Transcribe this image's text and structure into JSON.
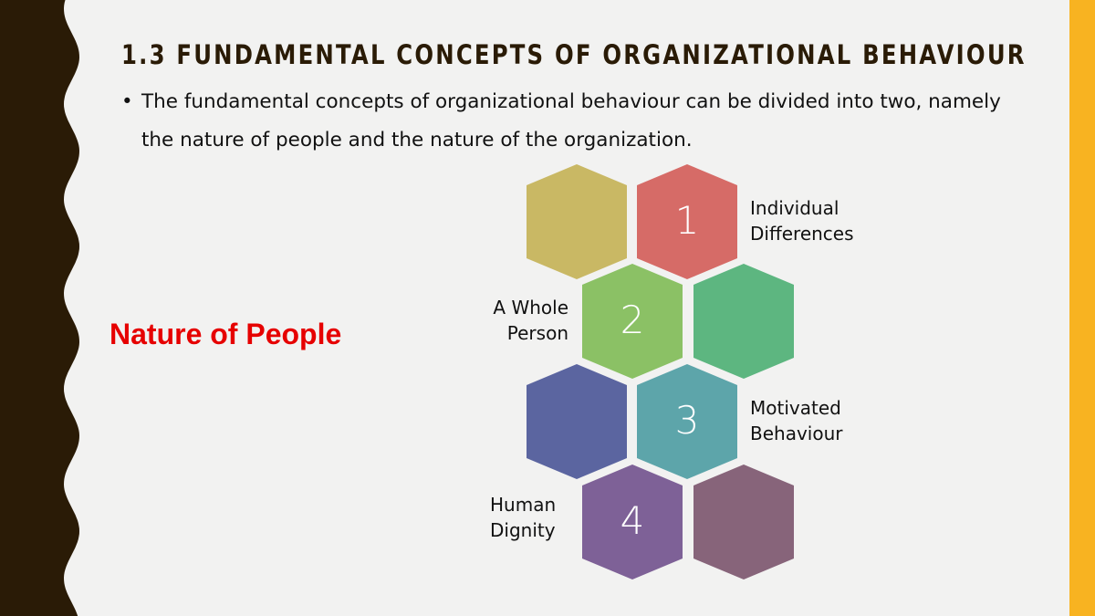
{
  "slide": {
    "title": "1.3 FUNDAMENTAL CONCEPTS OF ORGANIZATIONAL BEHAVIOUR",
    "bullet_symbol": "•",
    "bullet_text": "The fundamental concepts of organizational behaviour can be divided into two, namely the nature of people and the nature of the organization.",
    "section_label": "Nature of People",
    "colors": {
      "background": "#F2F2F1",
      "left_band": "#2A1B06",
      "right_band": "#F8B321",
      "title": "#2A1B06",
      "section_label": "#E60000"
    }
  },
  "diagram": {
    "hexagons": [
      {
        "id": "h1",
        "color": "#C9B864",
        "number": "",
        "label": ""
      },
      {
        "id": "h2",
        "color": "#D66B67",
        "number": "1",
        "label": "Individual Differences",
        "label_lines": [
          "Individual",
          "Differences"
        ]
      },
      {
        "id": "h3",
        "color": "#8BC165",
        "number": "2",
        "label": "A Whole Person",
        "label_lines": [
          "A Whole",
          "Person"
        ]
      },
      {
        "id": "h4",
        "color": "#5DB680",
        "number": "",
        "label": ""
      },
      {
        "id": "h5",
        "color": "#5B65A0",
        "number": "",
        "label": ""
      },
      {
        "id": "h6",
        "color": "#5DA5AA",
        "number": "3",
        "label": "Motivated Behaviour",
        "label_lines": [
          "Motivated",
          "Behaviour"
        ]
      },
      {
        "id": "h7",
        "color": "#7E6197",
        "number": "4",
        "label": "Human Dignity",
        "label_lines": [
          "Human",
          "Dignity"
        ]
      },
      {
        "id": "h8",
        "color": "#87647A",
        "number": "",
        "label": ""
      }
    ]
  }
}
